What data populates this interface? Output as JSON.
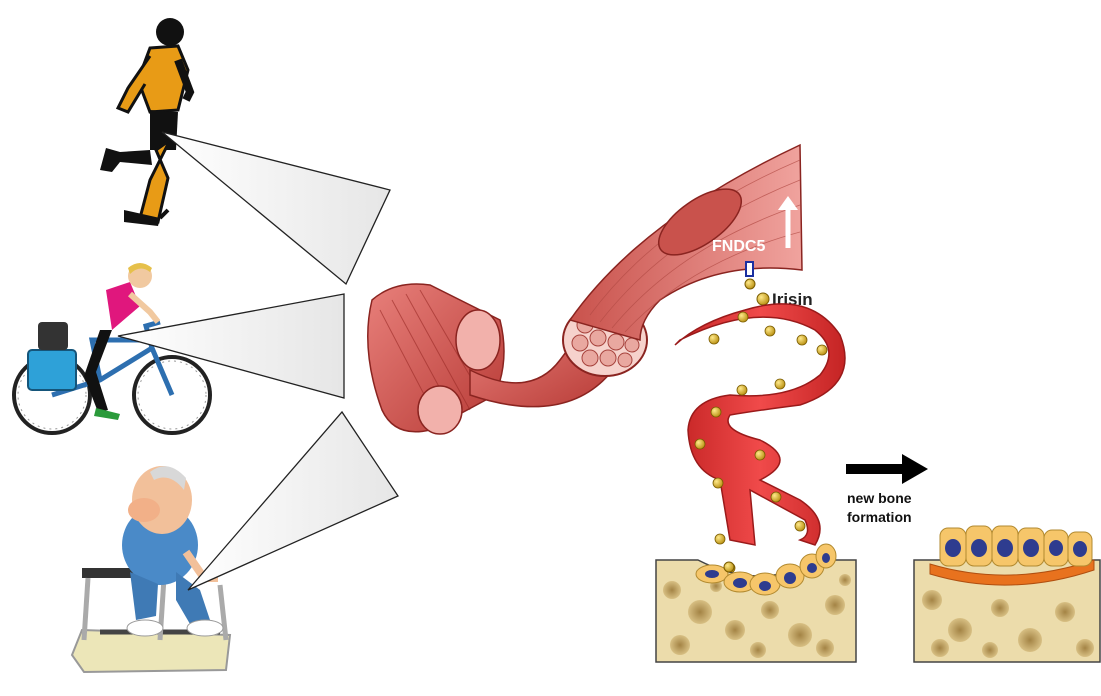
{
  "labels": {
    "fndc5": "FNDC5",
    "irisin": "Irisin",
    "new_bone_line1": "new bone",
    "new_bone_line2": "formation"
  },
  "colors": {
    "muscle": "#d9534f",
    "muscle_dark": "#a8302c",
    "vessel": "#e23a3a",
    "irisin_particle": "#d9b21c",
    "bone": "#e9d9a8",
    "bone_spot": "#c9a864",
    "osteoblast": "#f6c66a",
    "nucleus": "#2e3c8f",
    "new_bone_layer": "#e8721e",
    "arrow": "#000000"
  },
  "icons": [
    "runner-icon",
    "cyclist-icon",
    "treadmill-walker-icon"
  ]
}
